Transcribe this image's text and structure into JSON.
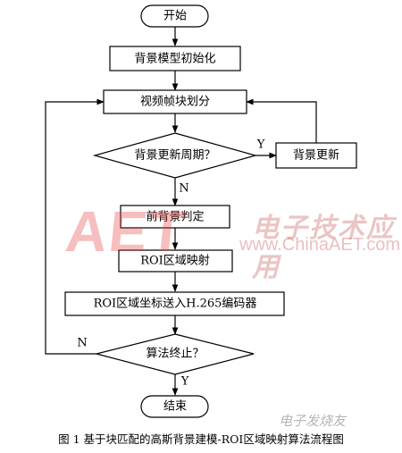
{
  "nodes": {
    "start": "开始",
    "init": "背景模型初始化",
    "partition": "视频帧块划分",
    "period": "背景更新周期？",
    "update": "背景更新",
    "foreground": "前背景判定",
    "roi_map": "ROI区域映射",
    "encode": "ROI区域坐标送入H.265编码器",
    "terminate": "算法终止？",
    "end": "结束"
  },
  "edges": {
    "period_yes": "Y",
    "period_no": "N",
    "terminate_no": "N",
    "terminate_yes": "Y"
  },
  "caption": "图 1  基于块匹配的高斯背景建模-ROI区域映射算法流程图",
  "watermark": {
    "logo": "AET",
    "cn": "电子技术应用",
    "url": "www.ChinaAET.com",
    "bottom": "电子发烧友"
  }
}
